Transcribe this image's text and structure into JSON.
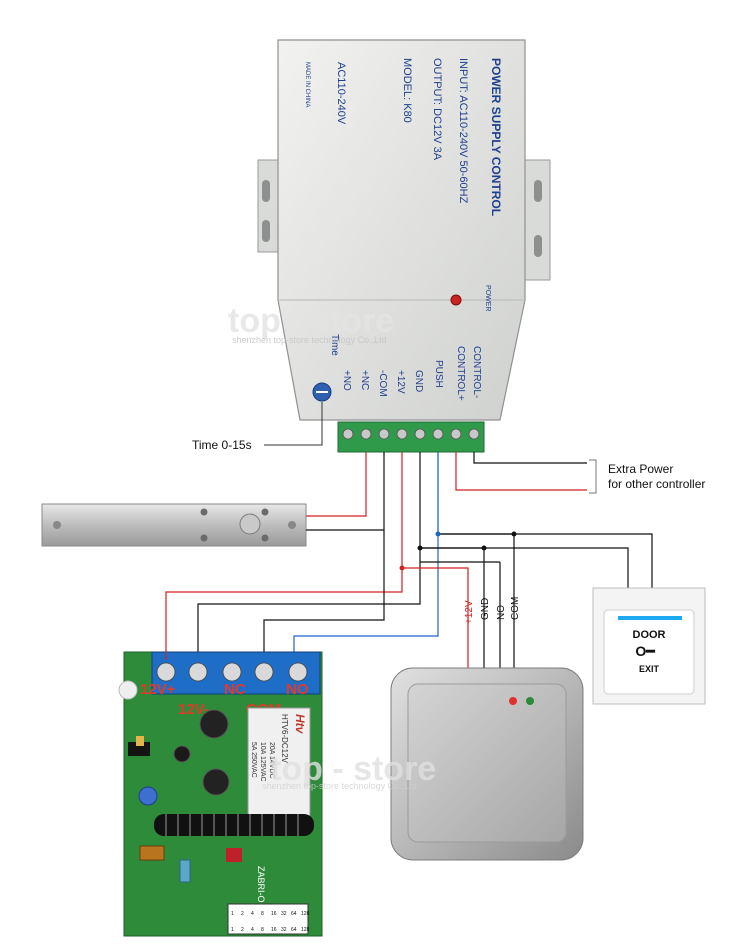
{
  "psu": {
    "title": "POWER SUPPLY CONTROL",
    "input": "INPUT: AC110-240V 50-60HZ",
    "output": "OUTPUT: DC12V  3A",
    "model": "MODEL: K80",
    "ac": "AC110-240V",
    "made": "MADE IN CHINA",
    "power_label": "POWER",
    "time_label": "Time",
    "terminals": [
      "CONTROL-",
      "CONTROL+",
      "PUSH",
      "GND",
      "+12V",
      "-COM",
      "+NC",
      "+NO"
    ]
  },
  "watermark": {
    "brand": "top - store",
    "sub": "shenzhen top-store technology Co.,Ltd"
  },
  "annotations": {
    "time": "Time 0-15s",
    "extra_power_1": "Extra Power",
    "extra_power_2": "for other controller"
  },
  "reader_wires": [
    "+12V",
    "GND",
    "NO",
    "COM"
  ],
  "exit_button": {
    "top": "DOOR",
    "bottom": "EXIT"
  },
  "relay_board": {
    "terminals": [
      "12V+",
      "12V-",
      "NC",
      "COM",
      "NO"
    ],
    "relay_brand": "Htv",
    "relay_model": "HTV6-DC12V",
    "relay_rating_1": "20A 14VDC",
    "relay_rating_2": "10A 125VAC",
    "relay_rating_3": "5A 250VAC",
    "chip": "ZABRI-O",
    "grid_row1": [
      "1",
      "2",
      "4",
      "8",
      "16",
      "32",
      "64",
      "128"
    ],
    "grid_row2": [
      "1",
      "2",
      "4",
      "8",
      "16",
      "32",
      "64",
      "128"
    ]
  },
  "colors": {
    "red_wire": "#d32020",
    "blue_wire": "#1e64c8",
    "black_wire": "#111111",
    "pcb": "#2e8b3a"
  }
}
